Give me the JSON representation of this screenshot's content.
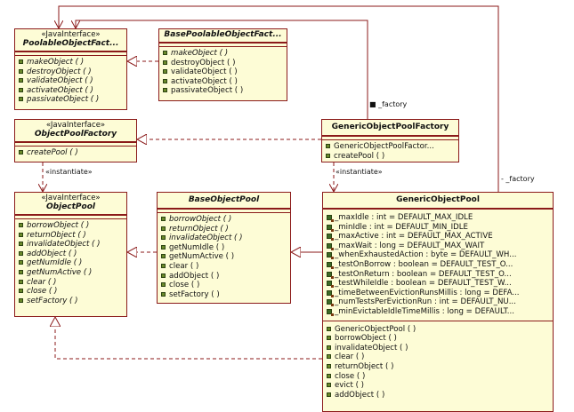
{
  "colors": {
    "border": "#8b1a1a",
    "fill": "#fdfcd6",
    "edge": "#8b1a1a"
  },
  "classes": {
    "poolable_object_factory": {
      "stereotype": "«JavaInterface»",
      "name": "PoolableObjectFact...",
      "operations": [
        "makeObject  (   )",
        "destroyObject  (   )",
        "validateObject  (   )",
        "activateObject  (   )",
        "passivateObject  (   )"
      ]
    },
    "base_poolable_object_factory": {
      "name": "BasePoolableObjectFact...",
      "operations": [
        "makeObject  (   )",
        "destroyObject  (   )",
        "validateObject  (   )",
        "activateObject  (   )",
        "passivateObject  (   )"
      ]
    },
    "object_pool_factory": {
      "stereotype": "«JavaInterface»",
      "name": "ObjectPoolFactory",
      "operations": [
        "createPool  (   )"
      ]
    },
    "generic_object_pool_factory": {
      "name": "GenericObjectPoolFactory",
      "operations": [
        "GenericObjectPoolFactor...",
        "createPool  (   )"
      ]
    },
    "object_pool": {
      "stereotype": "«JavaInterface»",
      "name": "ObjectPool",
      "operations": [
        "borrowObject  (   )",
        "returnObject  (   )",
        "invalidateObject  (   )",
        "addObject  (   )",
        "getNumIdle  (   )",
        "getNumActive  (   )",
        "clear  (   )",
        "close  (   )",
        "setFactory  (   )"
      ]
    },
    "base_object_pool": {
      "name": "BaseObjectPool",
      "operations": [
        "borrowObject  (   )",
        "returnObject  (   )",
        "invalidateObject  (   )",
        "getNumIdle  (   )",
        "getNumActive  (   )",
        "clear  (   )",
        "addObject  (   )",
        "close  (   )",
        "setFactory  (   )"
      ]
    },
    "generic_object_pool": {
      "name": "GenericObjectPool",
      "attributes": [
        "_maxIdle  :  int  =  DEFAULT_MAX_IDLE",
        "_minIdle  :  int  =  DEFAULT_MIN_IDLE",
        "_maxActive  :  int  =  DEFAULT_MAX_ACTIVE",
        "_maxWait  :  long  =  DEFAULT_MAX_WAIT",
        "_whenExhaustedAction  :  byte  =  DEFAULT_WH...",
        "_testOnBorrow  :  boolean  =  DEFAULT_TEST_O...",
        "_testOnReturn  :  boolean  =  DEFAULT_TEST_O...",
        "_testWhileIdle  :  boolean  =  DEFAULT_TEST_W...",
        "_timeBetweenEvictionRunsMillis  :  long  =  DEFA...",
        "_numTestsPerEvictionRun  :  int  =  DEFAULT_NU...",
        "_minEvictableIdleTimeMillis  :  long  =  DEFAULT..."
      ],
      "operations": [
        "GenericObjectPool  (   )",
        "borrowObject  (   )",
        "invalidateObject  (   )",
        "clear  (   )",
        "returnObject  (   )",
        "close  (   )",
        "evict  (   )",
        "addObject  (   )"
      ]
    }
  },
  "labels": {
    "factory_1": "■ _factory",
    "factory_2": "- _factory",
    "instantiate_1": "«instantiate»",
    "instantiate_2": "«instantiate»"
  }
}
